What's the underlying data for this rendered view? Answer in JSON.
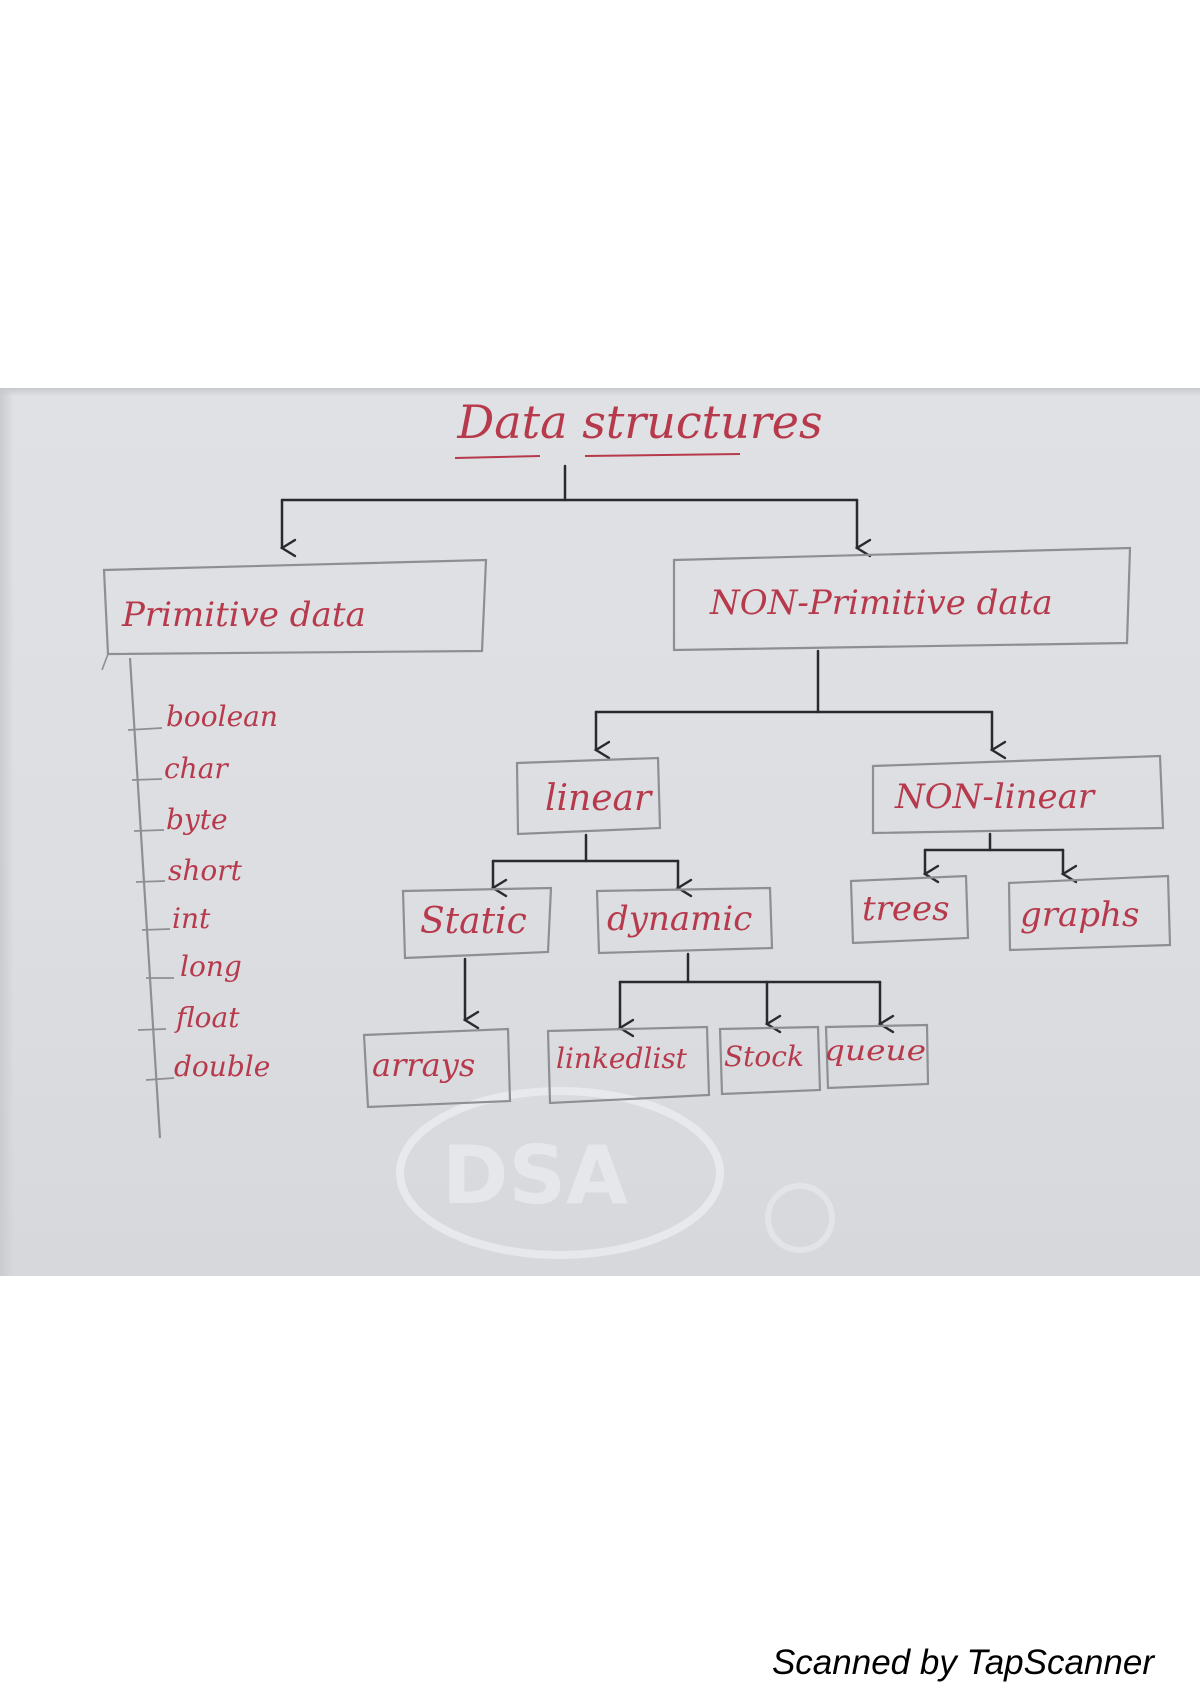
{
  "title": "Data structures",
  "primitive": {
    "label": "Primitive data",
    "items": [
      "boolean",
      "char",
      "byte",
      "short",
      "int",
      "long",
      "float",
      "double"
    ]
  },
  "non_primitive": {
    "label": "NON-Primitive data",
    "linear": {
      "label": "linear",
      "static": {
        "label": "Static",
        "child": "arrays"
      },
      "dynamic": {
        "label": "dynamic",
        "children": [
          "linkedlist",
          "Stock",
          "queue"
        ]
      }
    },
    "non_linear": {
      "label": "NON-linear",
      "children": [
        "trees",
        "graphs"
      ]
    }
  },
  "watermark": "DSA",
  "footer": "Scanned by TapScanner",
  "colors": {
    "ink_red": "#b73a4c",
    "ink_dark": "#2a2a2c",
    "pencil": "#8e8f93",
    "paper": "#dcdee2"
  }
}
